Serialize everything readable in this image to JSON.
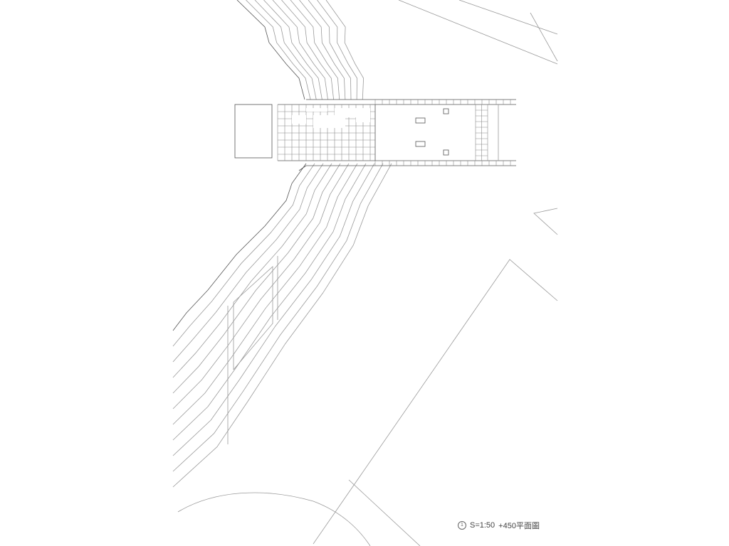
{
  "drawing": {
    "title_icon": "section-number-circle-icon",
    "marker": "1",
    "scale": "S=1:50",
    "level_label": "+450平面圖"
  },
  "colors": {
    "line": "#9a9a9a",
    "wall": "#555555"
  }
}
